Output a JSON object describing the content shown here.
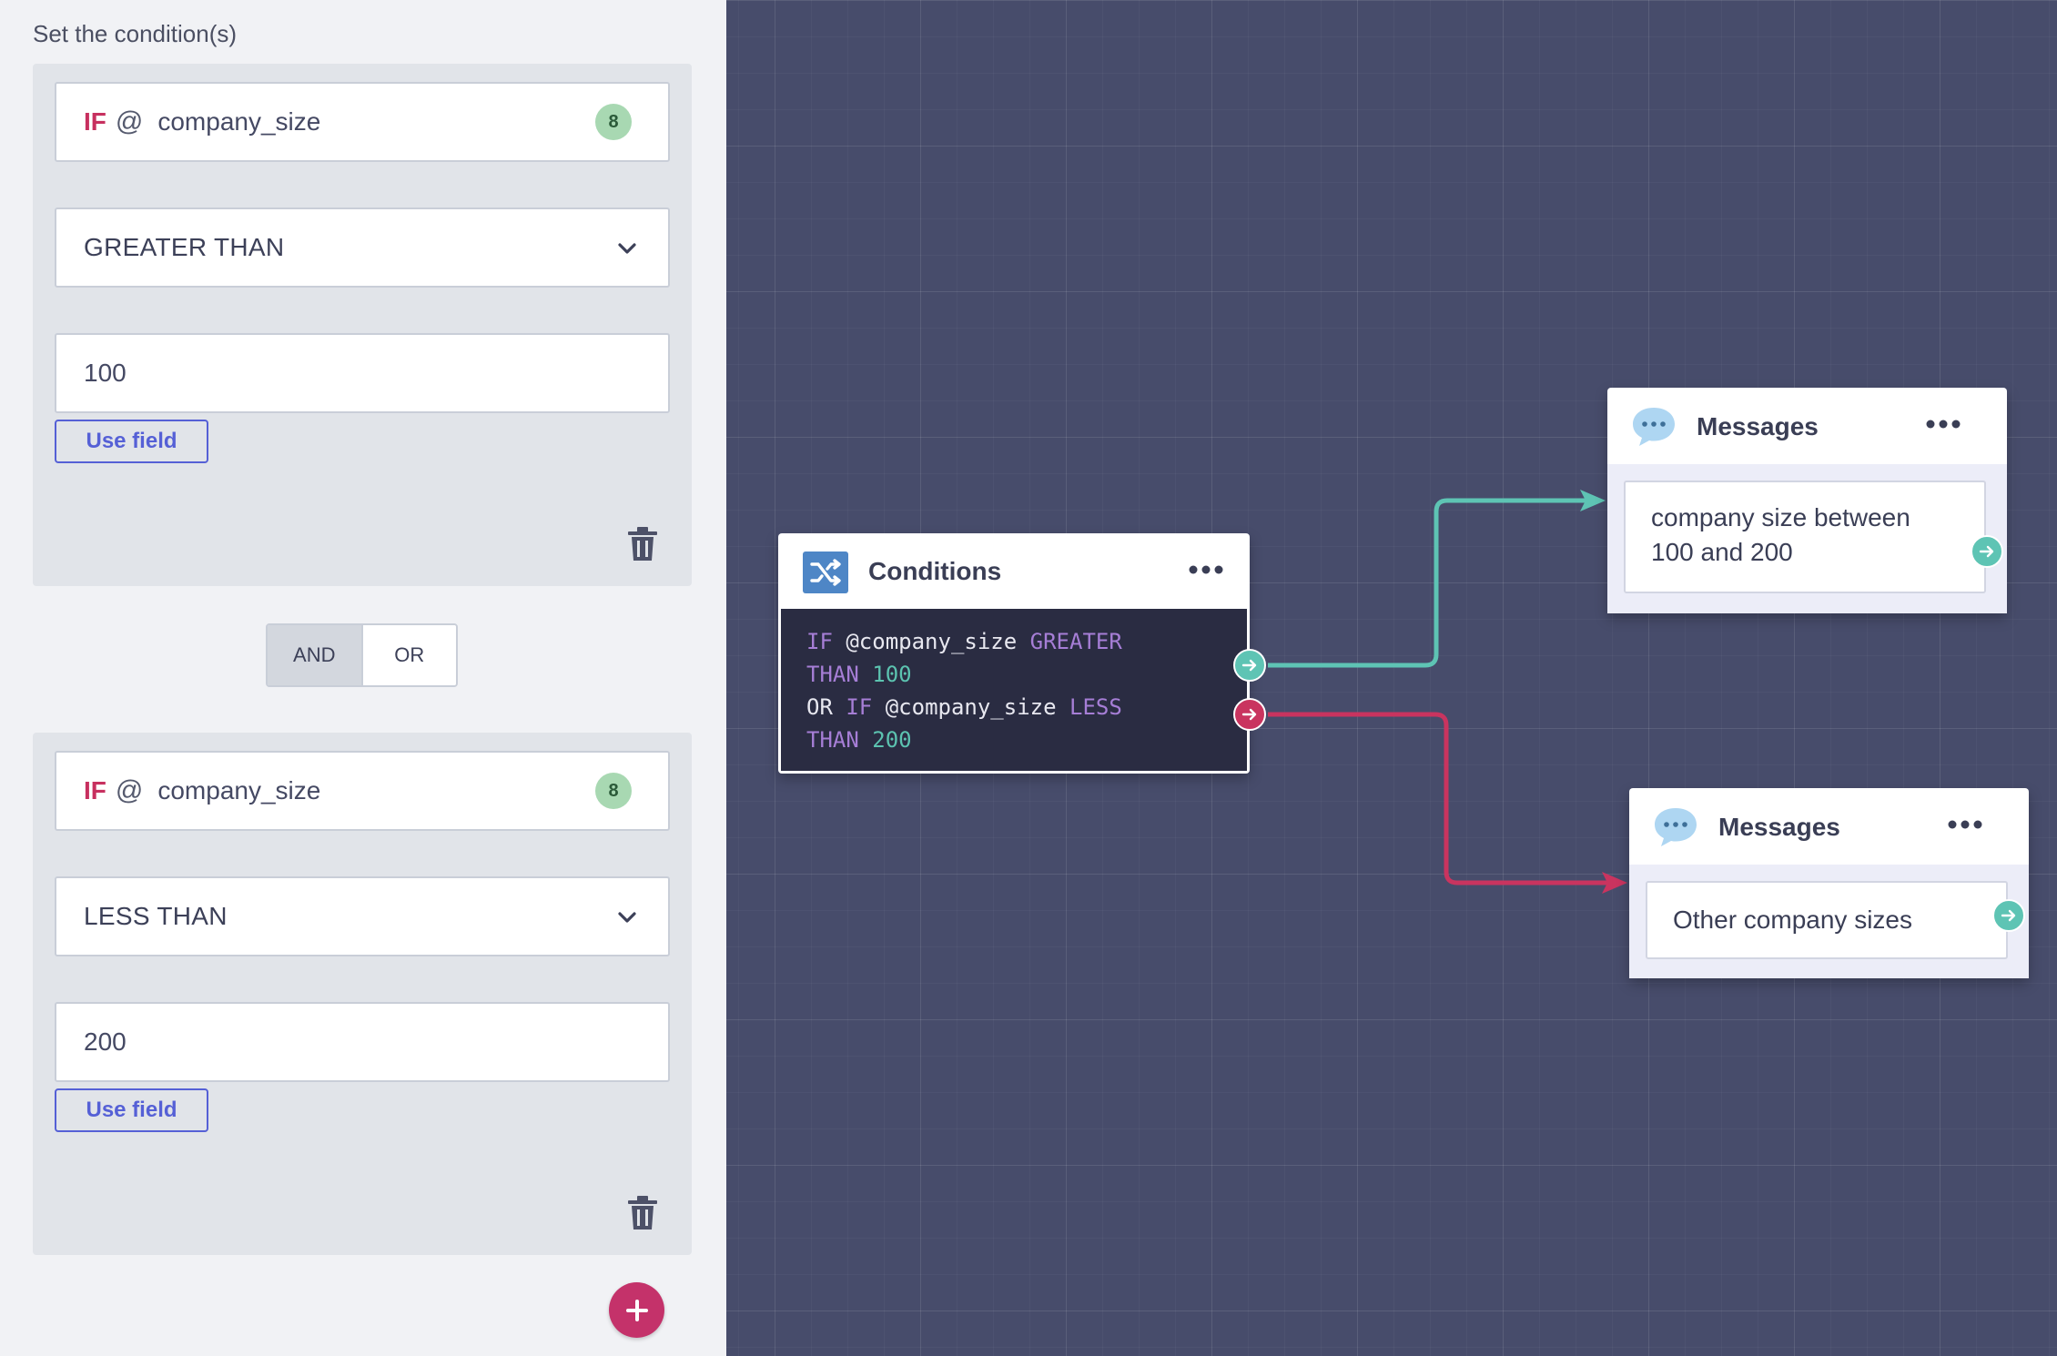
{
  "panel": {
    "title": "Set the condition(s)",
    "conditions": [
      {
        "if_keyword": "IF",
        "at_symbol": "@",
        "variable": "company_size",
        "badge_count": "8",
        "operator": "GREATER THAN",
        "value": "100",
        "use_field_label": "Use field"
      },
      {
        "if_keyword": "IF",
        "at_symbol": "@",
        "variable": "company_size",
        "badge_count": "8",
        "operator": "LESS THAN",
        "value": "200",
        "use_field_label": "Use field"
      }
    ],
    "logic_toggle": {
      "and_label": "AND",
      "or_label": "OR",
      "selected": "AND"
    },
    "add_icon": "plus-icon",
    "delete_icon": "trash-icon"
  },
  "canvas": {
    "conditions_node": {
      "title": "Conditions",
      "icon": "shuffle-icon",
      "menu_icon": "more-horizontal-icon",
      "code": {
        "line1": {
          "kw1": "IF",
          "var": " @company_size ",
          "kw2": "GREATER"
        },
        "line2": {
          "kw": "THAN",
          "num": "100"
        },
        "line3": {
          "op": "OR ",
          "kw1": "IF",
          "var": " @company_size ",
          "kw2": "LESS"
        },
        "line4": {
          "kw": "THAN",
          "num": "200"
        }
      }
    },
    "messages_nodes": [
      {
        "title": "Messages",
        "text": "company size between 100 and 200",
        "icon": "chat-bubble-icon"
      },
      {
        "title": "Messages",
        "text": "Other company sizes",
        "icon": "chat-bubble-icon"
      }
    ]
  },
  "colors": {
    "accent_red": "#c7305f",
    "accent_teal": "#5ec4b4",
    "accent_blue": "#5560d6",
    "canvas_bg": "#474c6b",
    "code_bg": "#2a2c42",
    "code_keyword": "#a67ed6",
    "code_number": "#5cc3b0"
  }
}
